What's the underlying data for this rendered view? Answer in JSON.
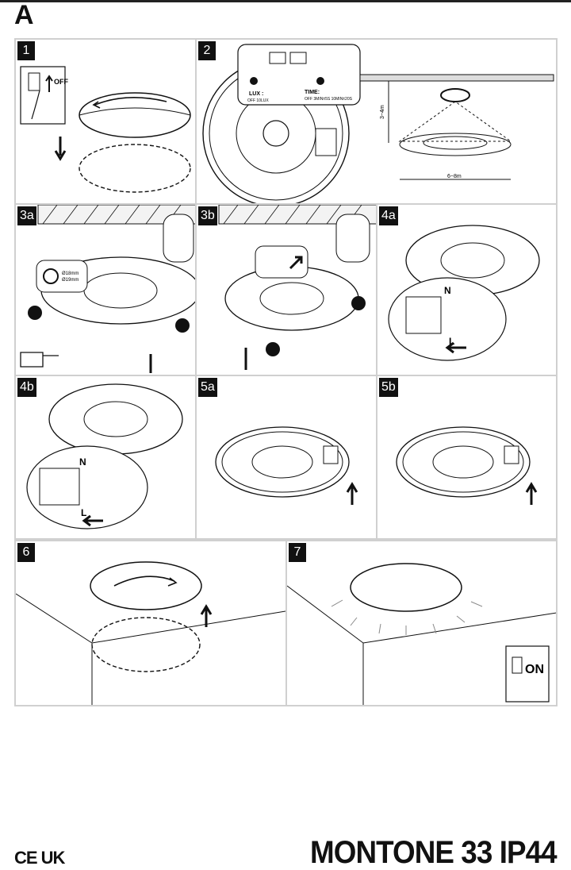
{
  "section": {
    "letter": "A"
  },
  "steps": {
    "s1": {
      "badge": "1",
      "switch_label": "OFF"
    },
    "s2": {
      "badge": "2",
      "lux_label": "LUX :",
      "lux_values": "OFF 10LUX",
      "time_label": "TIME:",
      "time_values": "OFF 3MIN±5S 10MIN±20S",
      "height": "3~4m",
      "range": "6~8m"
    },
    "s3a": {
      "badge": "3a",
      "d1": "Ø18mm",
      "d2": "Ø19mm"
    },
    "s3b": {
      "badge": "3b"
    },
    "s4a": {
      "badge": "4a",
      "n": "N",
      "l": "L"
    },
    "s4b": {
      "badge": "4b",
      "n": "N",
      "l": "L"
    },
    "s5a": {
      "badge": "5a"
    },
    "s5b": {
      "badge": "5b"
    },
    "s6": {
      "badge": "6"
    },
    "s7": {
      "badge": "7",
      "switch_label": "ON"
    }
  },
  "footer": {
    "marks": "CE UK",
    "product": "MONTONE 33 IP44"
  }
}
